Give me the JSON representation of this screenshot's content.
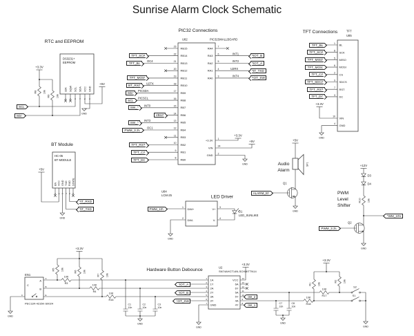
{
  "title": "Sunrise Alarm Clock Schematic",
  "sections": {
    "rtc": "RTC and EEPROM",
    "pic": "PIC32 Connections",
    "tft": "TFT Connections",
    "bt": "BT Module",
    "led": "LED Driver",
    "audio1": "Audio",
    "audio2": "Alarm",
    "pwm1": "PWM",
    "pwm2": "Level",
    "pwm3": "Shifter",
    "debounce": "Hardware Button Debounce"
  },
  "power": {
    "p3v3": "+3.3V",
    "p5v": "+5V",
    "p12v": "+12V",
    "gnd": "GND"
  },
  "nets": {
    "tft_sck": "TFT_SCK",
    "tft_bl": "TFT_BL",
    "tft_mosi": "TFT_MOSI",
    "tft_miso": "TFT_MISO",
    "tft_cs": "TFT_CS",
    "tft_sdcs": "TFT_SDCS",
    "tft_rst": "TFT_RST",
    "tft_dc": "TFT_DC",
    "bt_rxd": "BT_RXD",
    "bt_txd": "BT_TXD",
    "sda": "SDA",
    "scl": "SCL",
    "sw1": "SW_1",
    "sw2": "SW_2",
    "vbus": "VBUS",
    "pwm_3v3": "PWM_3.3V",
    "pwm_10v": "PWM_10V",
    "rot_a": "ROT_A",
    "rot_b": "ROT_B",
    "rot_sw": "ROT_SW",
    "alarm_en": "ALARM_EN"
  },
  "netlabels": {
    "oc4": "OC4",
    "u2tx": "U2TX",
    "picsda": "PICSDA",
    "picscl": "PICSCL",
    "int0": "INT0",
    "int3": "INT3",
    "oc1": "OC1",
    "int1": "INT1",
    "int2": "INT2",
    "u2rx": "U2RX",
    "int4": "INT4"
  },
  "parts": {
    "u82": {
      "ref": "U82",
      "val": "PIC32SMALLBOARD"
    },
    "u85": {
      "ref": "U85",
      "val": "TFT"
    },
    "u84": {
      "ref": "U84",
      "val": "LCM-25"
    },
    "u2": {
      "ref": "U2",
      "val": "SN74AHCT14N-SCHMITTN14"
    },
    "rtc_ic": {
      "ref": "DS3231+",
      "val": "EEPROM"
    },
    "hc05": {
      "ref": "HC-05",
      "val": "BT MODULE"
    },
    "en1": {
      "ref": "EN1",
      "val": "PEC11R-4215K-S0024"
    },
    "r1": {
      "ref": "R1",
      "val": "10k"
    },
    "r2": {
      "ref": "R2",
      "val": "10k"
    },
    "r3": {
      "ref": "R3",
      "val": "10K"
    },
    "r4": {
      "ref": "R4",
      "val": "10K"
    },
    "r5": {
      "ref": "R5",
      "val": "10k"
    },
    "r6": {
      "ref": "R6",
      "val": "10k"
    },
    "r7": {
      "ref": "R7",
      "val": "10k"
    },
    "r8": {
      "ref": "R8",
      "val": "10k"
    },
    "r9": {
      "ref": "R9",
      "val": "10k"
    },
    "r10": {
      "ref": "R10",
      "val": "10k"
    },
    "r16": {
      "ref": "R16",
      "val": "10K"
    },
    "r17": {
      "ref": "R17",
      "val": "10K"
    },
    "r18": {
      "ref": "R18",
      "val": "10K"
    },
    "c1": {
      "ref": "C1",
      "val": "10n"
    },
    "c2": {
      "ref": "C2",
      "val": "10n"
    },
    "c3": {
      "ref": "C3",
      "val": "10n"
    },
    "c7": {
      "ref": "C7",
      "val": "10n"
    },
    "c8": {
      "ref": "C8",
      "val": "10n"
    },
    "d1": {
      "ref": "D1",
      "val": "LED_SUNLIKE"
    },
    "d3": {
      "ref": "D3"
    },
    "d4": {
      "ref": "D4"
    },
    "q1": {
      "ref": "Q1"
    },
    "q2": {
      "ref": "Q2"
    },
    "sp1": {
      "ref": "SP1"
    },
    "s1": {
      "ref": "S1"
    },
    "s2": {
      "ref": "S2"
    }
  },
  "pic32": {
    "left_names": [
      "RB15",
      "RB14",
      "RB13",
      "RB12",
      "RB11",
      "RB10",
      "RB9",
      "RB8",
      "RB7",
      "RB6",
      "RB5",
      "RB4",
      "RB3",
      "RB2",
      "RB1",
      "RB0"
    ],
    "left_nums": [
      "23",
      "22",
      "21",
      "20",
      "19",
      "18",
      "17",
      "16",
      "15",
      "14",
      "13",
      "12",
      "11",
      "10",
      "9",
      "8"
    ],
    "right_names": [
      "RA4",
      "RA3",
      "RA2",
      "RA1",
      "RA0"
    ],
    "right_nums": [
      "7",
      "6",
      "5",
      "4",
      "3"
    ],
    "pwr_names": [
      "+3.3V",
      "VIN",
      "GND"
    ],
    "pwr_nums": [
      "1",
      "24",
      "2"
    ]
  },
  "tft": {
    "names": [
      "BL",
      "SCK",
      "MISO",
      "MOSI",
      "CS",
      "SDCS",
      "RST",
      "DC"
    ],
    "nums": [
      "1",
      "8",
      "5",
      "6",
      "2",
      "9",
      "7",
      "3"
    ],
    "vin": "VIN",
    "gnd": "GND",
    "vin_num": "10",
    "gnd_num": "4"
  },
  "rtc": {
    "pins": [
      "32K",
      "SQW",
      "SCL",
      "SDA",
      "VCC",
      "GND"
    ],
    "nums": [
      "1",
      "2",
      "3",
      "4",
      "5",
      "6"
    ]
  },
  "hc05": {
    "pins": [
      "EN",
      "VCC",
      "GND",
      "TXD",
      "RXD",
      "STATE"
    ],
    "nums": [
      "1",
      "2",
      "3",
      "4",
      "5",
      "6"
    ]
  },
  "u2": {
    "left_names": [
      "1A",
      "1Y",
      "2A",
      "2Y",
      "3A",
      "3Y",
      "GND"
    ],
    "left_nums": [
      "1",
      "2",
      "3",
      "4",
      "5",
      "6",
      "7"
    ],
    "right_names": [
      "VCC",
      "6A",
      "6Y",
      "5A",
      "5Y",
      "4A",
      "4Y"
    ],
    "right_nums": [
      "14",
      "13",
      "12",
      "11",
      "10",
      "9",
      "8"
    ]
  },
  "lcm": {
    "left_names": [
      "DIM+",
      "DIM-"
    ],
    "left_nums": [
      "1",
      "2"
    ],
    "right_names": [
      "V+",
      "V-"
    ],
    "right_nums": [
      "3",
      "4"
    ]
  },
  "encoder": {
    "a": "A",
    "b": "B",
    "c": "C",
    "e": "E"
  }
}
